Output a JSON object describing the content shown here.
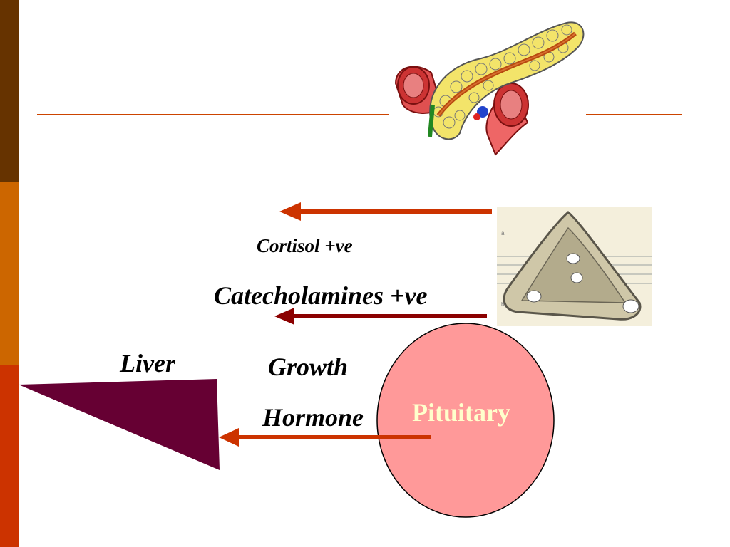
{
  "colors": {
    "bar_top": "#663300",
    "bar_middle": "#cc6600",
    "bar_bottom": "#cc3300",
    "rule": "#cc4400",
    "arrow_orange": "#cc3300",
    "arrow_dark": "#8b0000",
    "liver_shape": "#660033",
    "pituitary_fill": "#ff9999",
    "pituitary_text": "#ffffcc"
  },
  "labels": {
    "cortisol": "Cortisol +ve",
    "catecholamines": "Catecholamines +ve",
    "liver": "Liver",
    "growth": "Growth",
    "hormone": "Hormone",
    "pituitary": "Pituitary"
  },
  "images": {
    "pancreas": "pancreas-illustration",
    "islet": "islet-histology-section"
  }
}
